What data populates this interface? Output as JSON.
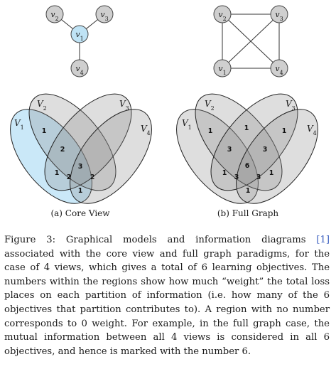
{
  "subfigures": {
    "a_caption": "(a) Core View",
    "b_caption": "(b) Full Graph"
  },
  "graph_nodes": {
    "v1": "v1",
    "v2": "v2",
    "v3": "v3",
    "v4": "v4"
  },
  "venn_labels": {
    "V1": "V1",
    "V2": "V2",
    "V3": "V3",
    "V4": "V4"
  },
  "core_view_weights": {
    "w1_only": "1",
    "w12": "2",
    "w123": "3",
    "w14": "1",
    "w124": "2",
    "w134": "2",
    "w1_bottom": "1"
  },
  "full_graph_weights": {
    "w12": "1",
    "w23": "1",
    "w34": "1",
    "w123": "3",
    "w234": "3",
    "w1234": "6",
    "w14": "1",
    "w124": "3",
    "w134": "3",
    "w14b": "1",
    "w_bottom": "1"
  },
  "colors": {
    "core_node": "#bfe3f5",
    "default_node": "#cfcfcf",
    "v1_set_core": "#9fd6f2",
    "set_gray": "#8a8a8a"
  },
  "caption": {
    "label": "Figure 3:",
    "text_part1": " Graphical models and information diagrams ",
    "ref": "[1]",
    "text_part2": " associated with the core view and full graph paradigms, for the case of 4 views, which gives a total of 6 learning objectives. The numbers within the regions show how much “weight” the total loss places on each partition of information (i.e. how many of the 6 objectives that partition contributes to). A region with no number corresponds to 0 weight. For example, in the full graph case, the mutual information between all 4 views is considered in all 6 objectives, and hence is marked with the number 6."
  }
}
